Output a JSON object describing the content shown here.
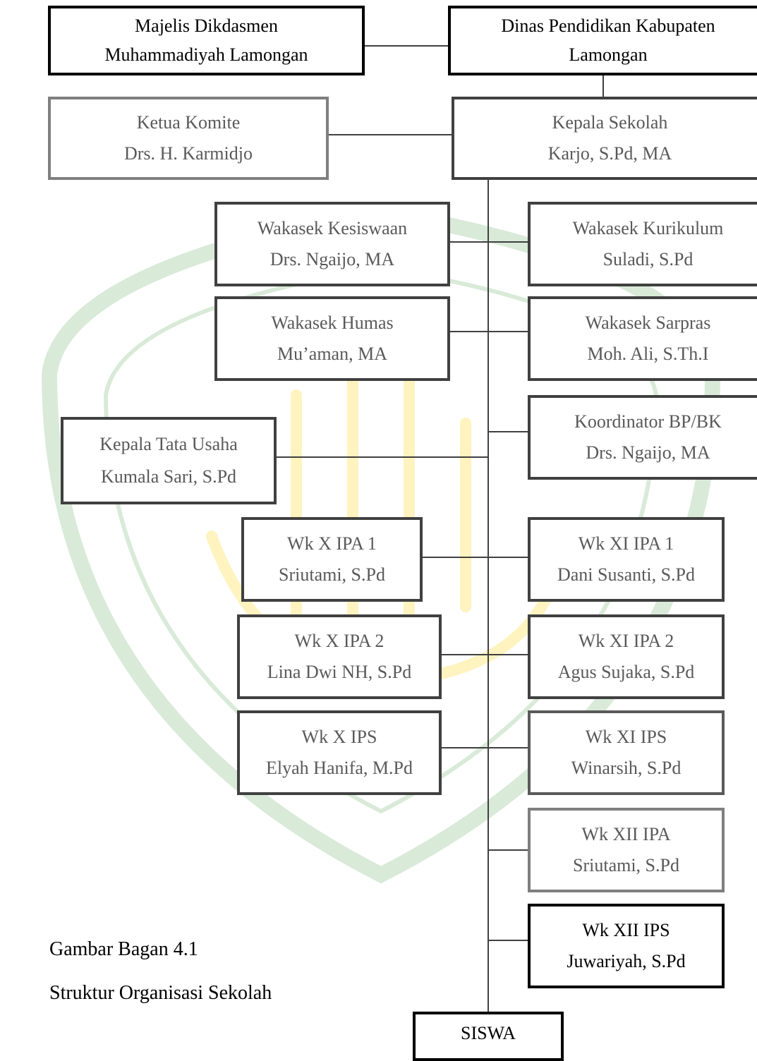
{
  "diagram": {
    "nodes": {
      "majelis": {
        "line1": "Majelis Dikdasmen",
        "line2": "Muhammadiyah Lamongan"
      },
      "dinas": {
        "line1": "Dinas Pendidikan Kabupaten",
        "line2": "Lamongan"
      },
      "komite": {
        "title": "Ketua Komite",
        "name": "Drs. H. Karmidjo"
      },
      "kepsek": {
        "title": "Kepala Sekolah",
        "name": "Karjo, S.Pd, MA"
      },
      "kesiswaan": {
        "title": "Wakasek Kesiswaan",
        "name": "Drs. Ngaijo, MA"
      },
      "kurikulum": {
        "title": "Wakasek Kurikulum",
        "name": "Suladi, S.Pd"
      },
      "humas": {
        "title": "Wakasek Humas",
        "name": "Mu’aman, MA"
      },
      "sarpras": {
        "title": "Wakasek Sarpras",
        "name": "Moh. Ali, S.Th.I"
      },
      "bk": {
        "title": "Koordinator BP/BK",
        "name": "Drs. Ngaijo, MA"
      },
      "tu": {
        "title": "Kepala Tata Usaha",
        "name": "Kumala Sari, S.Pd"
      },
      "x_ipa1": {
        "title": "Wk X IPA 1",
        "name": "Sriutami, S.Pd"
      },
      "xi_ipa1": {
        "title": "Wk XI IPA 1",
        "name": "Dani Susanti, S.Pd"
      },
      "x_ipa2": {
        "title": "Wk X IPA 2",
        "name": "Lina Dwi NH, S.Pd"
      },
      "xi_ipa2": {
        "title": "Wk XI IPA 2",
        "name": "Agus Sujaka, S.Pd"
      },
      "x_ips": {
        "title": "Wk X IPS",
        "name": "Elyah Hanifa, M.Pd"
      },
      "xi_ips": {
        "title": "Wk XI IPS",
        "name": "Winarsih, S.Pd"
      },
      "xii_ipa": {
        "title": "Wk XII IPA",
        "name": "Sriutami, S.Pd"
      },
      "xii_ips": {
        "title": "Wk XII IPS",
        "name": "Juwariyah, S.Pd"
      },
      "siswa": {
        "title": "SISWA"
      }
    }
  },
  "caption": {
    "line1": "Gambar Bagan 4.1",
    "line2": "Struktur Organisasi Sekolah"
  },
  "colors": {
    "watermark": "#d6e8d6",
    "watermark_logo": "#fff2b3",
    "line": "#404040"
  }
}
